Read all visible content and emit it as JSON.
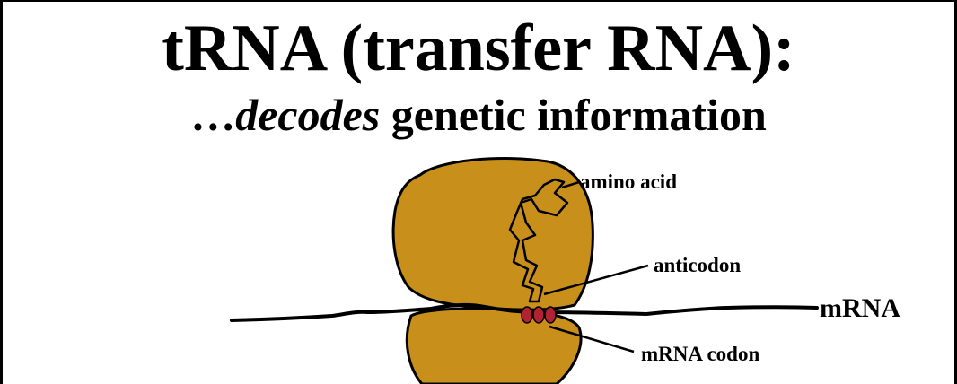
{
  "title": "tRNA (transfer RNA):",
  "subtitle": {
    "prefix": "…",
    "emphasis": "decodes",
    "rest": " genetic information"
  },
  "labels": {
    "amino_acid": "amino acid",
    "anticodon": "anticodon",
    "mrna": "mRNA",
    "mrna_codon": "mRNA codon"
  },
  "colors": {
    "ribosome": "#C8901A",
    "codon": "#B22233",
    "outline": "#000000"
  }
}
